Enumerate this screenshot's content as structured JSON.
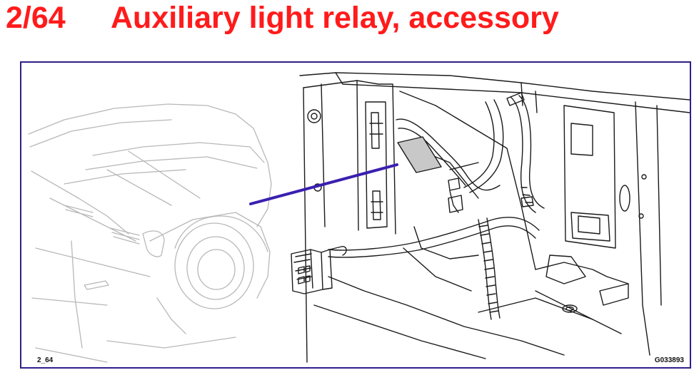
{
  "header": {
    "code": "2/64",
    "title": "Auxiliary light relay, accessory",
    "color": "#ff1b1b"
  },
  "figure": {
    "frame_color": "#2e1f8a",
    "callout_color": "#3a1fb0",
    "relay_fill": "#c8c8c8",
    "ref_left": "2_64",
    "ref_right": "G033893"
  }
}
